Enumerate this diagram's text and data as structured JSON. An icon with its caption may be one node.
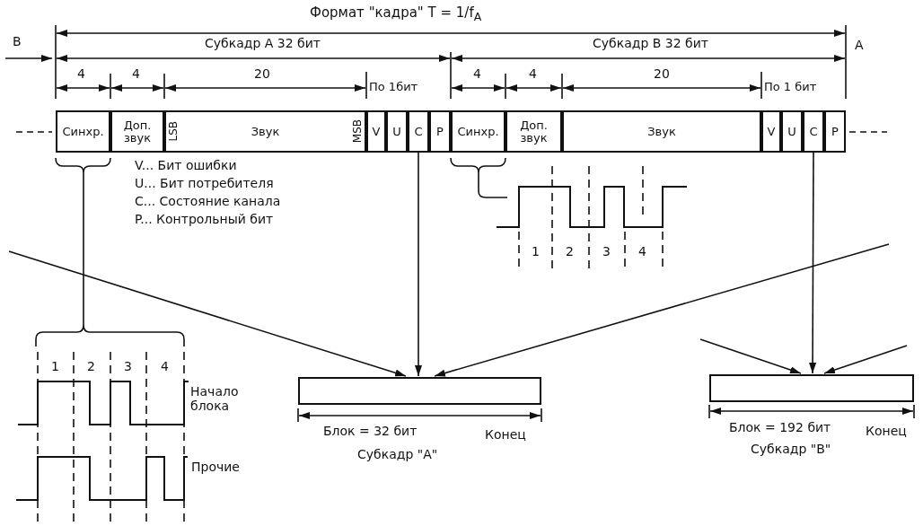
{
  "diagram": {
    "title": "Формат \"кадра\" T = 1/f$_{A}$",
    "nodes": [
      {
        "text": [
          "Синхр."
        ]
      },
      {
        "text": [
          "Доп. звук"
        ]
      },
      {
        "text": [
          "LSB",
          "Звук",
          "MSB"
        ]
      },
      {
        "text": [
          "V"
        ]
      },
      {
        "text": [
          "U"
        ]
      },
      {
        "text": [
          "C"
        ]
      },
      {
        "text": [
          "P"
        ]
      },
      {
        "text": [
          "Синхр."
        ]
      },
      {
        "text": [
          "Доп. звук"
        ]
      },
      {
        "text": [
          "Звук"
        ]
      },
      {
        "text": [
          "V"
        ]
      },
      {
        "text": [
          "U"
        ]
      },
      {
        "text": [
          "C"
        ]
      },
      {
        "text": [
          "P"
        ]
      },
      {
        "text": [],
        "shape": "bar",
        "beside": [
          "Блок = 32 бит",
          "Конец",
          "Субкадр \"A\""
        ]
      },
      {
        "text": [],
        "shape": "bar",
        "beside": [
          "Блок = 192 бит",
          "Конец",
          "Субкадр \"B\""
        ]
      }
    ],
    "edges": [
      {
        "from": 5,
        "to": 14,
        "arrow": "to"
      },
      {
        "from": null,
        "to": 14,
        "arrow": "to"
      },
      {
        "from": null,
        "to": 14,
        "arrow": "to"
      },
      {
        "from": 12,
        "to": 15,
        "arrow": "to"
      },
      {
        "from": null,
        "to": 15,
        "arrow": "to"
      },
      {
        "from": null,
        "to": 15,
        "arrow": "to"
      }
    ],
    "labels": [
      "B",
      "Субкадр A 32 бит",
      "Субкадр B 32 бит",
      "A",
      "4",
      "4",
      "20",
      "По 1бит",
      "4",
      "4",
      "20",
      "По 1 бит",
      "V... Бит ошибки",
      "U... Бит потребителя",
      "C... Состояние канала",
      "P... Контрольный бит",
      "1",
      "2",
      "3",
      "4",
      "1",
      "2",
      "3",
      "4",
      "Начало блока",
      "Прочие"
    ]
  }
}
